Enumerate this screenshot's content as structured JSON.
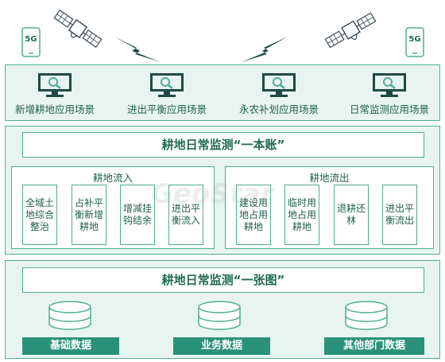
{
  "top_icons": {
    "phone_left_label": "5G",
    "phone_right_label": "5G"
  },
  "scenes": [
    {
      "label": "新增耕地应用场景"
    },
    {
      "label": "进出平衡应用场景"
    },
    {
      "label": "永农补划应用场景"
    },
    {
      "label": "日常监测应用场景"
    }
  ],
  "ledger": {
    "title": "耕地日常监测“一本账”",
    "inflow": {
      "title": "耕地流入",
      "items": [
        "全域土地综合整治",
        "占补平衡新增耕地",
        "增减挂钩结余",
        "进出平衡流入"
      ]
    },
    "outflow": {
      "title": "耕地流出",
      "items": [
        "建设用地占用耕地",
        "临时用地占用耕地",
        "退耕还林",
        "进出平衡流出"
      ]
    }
  },
  "map": {
    "title": "耕地日常监测“一张图”",
    "databases": [
      {
        "label": "基础数据"
      },
      {
        "label": "业务数据"
      },
      {
        "label": "其他部门数据"
      }
    ]
  },
  "watermark": "GeoStar",
  "colors": {
    "accent": "#4fae97",
    "dark": "#1f6b55",
    "band_bg": "#e8f4f0",
    "button": "#2a9278"
  }
}
